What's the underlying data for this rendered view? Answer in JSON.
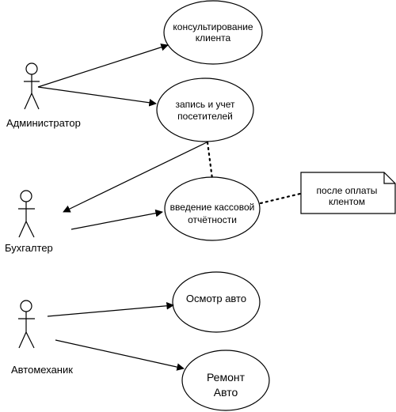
{
  "actors": {
    "admin": "Администратор",
    "accountant": "Бухгалтер",
    "mechanic": "Автомеханик"
  },
  "use_cases": {
    "consult": [
      "консультирование",
      "клиента"
    ],
    "register": [
      "запись и учет",
      "посетителей"
    ],
    "cash_report": [
      "введение кассовой",
      "отчётности"
    ],
    "inspection": [
      "Осмотр авто"
    ],
    "repair": [
      "Ремонт",
      "Авто"
    ]
  },
  "note": [
    "после оплаты",
    "клентом"
  ]
}
